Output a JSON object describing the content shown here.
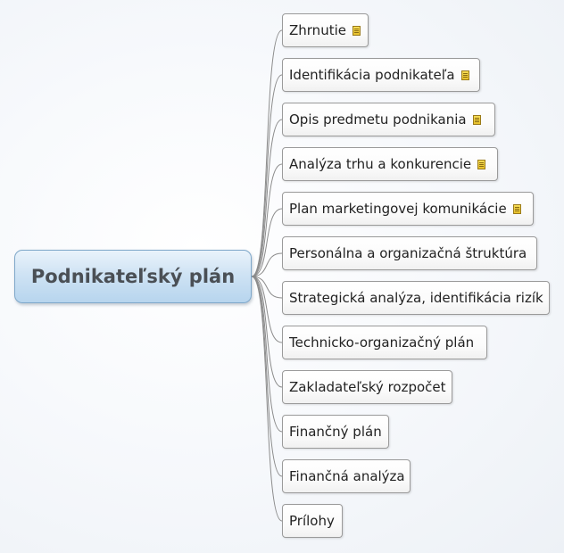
{
  "central": {
    "label": "Podnikateľský plán"
  },
  "topics": [
    {
      "label": "Zhrnutie",
      "has_note": true
    },
    {
      "label": "Identifikácia podnikateľa",
      "has_note": true
    },
    {
      "label": "Opis predmetu podnikania",
      "has_note": true
    },
    {
      "label": "Analýza trhu a konkurencie",
      "has_note": true
    },
    {
      "label": "Plan marketingovej komunikácie",
      "has_note": true
    },
    {
      "label": "Personálna a organizačná štruktúra",
      "has_note": false
    },
    {
      "label": "Strategická analýza, identifikácia rizík",
      "has_note": false
    },
    {
      "label": "Technicko-organizačný plán",
      "has_note": false
    },
    {
      "label": "Zakladateľský rozpočet",
      "has_note": false
    },
    {
      "label": "Finančný plán",
      "has_note": false
    },
    {
      "label": "Finančná analýza",
      "has_note": false
    },
    {
      "label": "Prílohy",
      "has_note": false
    }
  ],
  "icons": {
    "note": "note-icon"
  },
  "colors": {
    "central_fill": "#c7dff2",
    "central_border": "#7ea7c9",
    "central_text": "#4a4f55",
    "topic_border": "#9a9a9a",
    "connector": "#8c8c8c",
    "note_icon": "#f2d347"
  }
}
